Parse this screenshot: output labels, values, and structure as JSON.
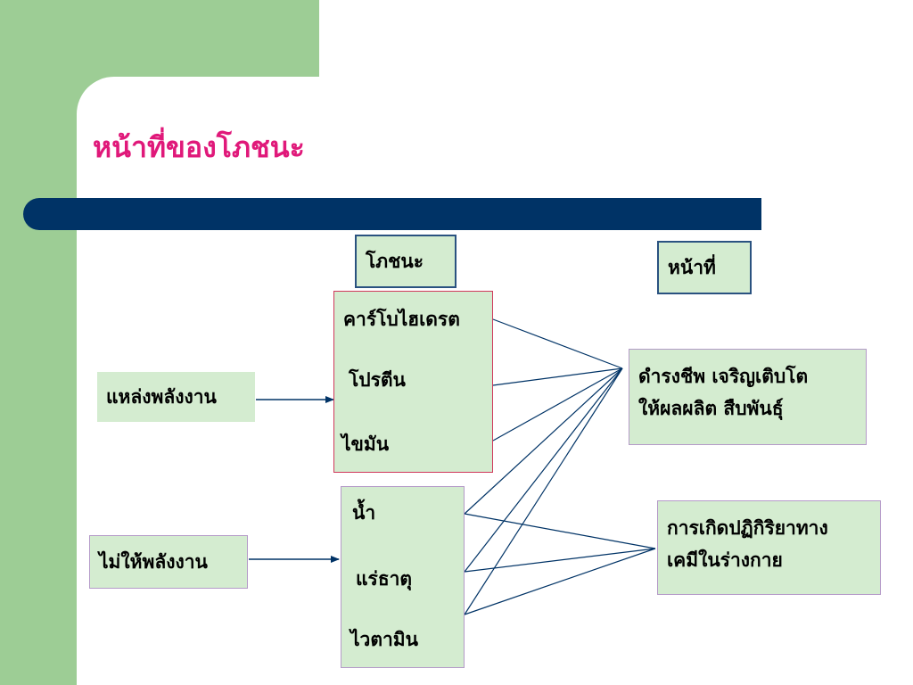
{
  "title": "หน้าที่ของโภชนะ",
  "colors": {
    "side_panel": "#9dcd95",
    "title_text": "#e0197a",
    "bar": "#003366",
    "box_fill": "#d4ecd0",
    "header_border": "#2a5280",
    "energy_border": "#d0385a",
    "box_border": "#b49ac8",
    "line": "#003366"
  },
  "header_nutrient": "โภชนะ",
  "header_function": "หน้าที่",
  "energy_source": {
    "label": "แหล่งพลังงาน",
    "items": [
      "คาร์โบไฮเดรต",
      "โปรตีน",
      "ไขมัน"
    ]
  },
  "non_energy": {
    "label": "ไม่ให้พลังงาน",
    "items": [
      "น้ำ",
      "แร่ธาตุ",
      "ไวตามิน"
    ]
  },
  "functions": [
    {
      "lines": [
        "ดำรงชีพ เจริญเติบโต",
        "ให้ผลผลิต สืบพันธุ์"
      ]
    },
    {
      "lines": [
        "การเกิดปฏิกิริยาทาง",
        "เคมีในร่างกาย"
      ]
    }
  ],
  "edges": [
    {
      "from": "energy_source.items.0",
      "to": "functions.0"
    },
    {
      "from": "energy_source.items.1",
      "to": "functions.0"
    },
    {
      "from": "energy_source.items.2",
      "to": "functions.0"
    },
    {
      "from": "non_energy.items.0",
      "to": "functions.0"
    },
    {
      "from": "non_energy.items.1",
      "to": "functions.0"
    },
    {
      "from": "non_energy.items.2",
      "to": "functions.0"
    },
    {
      "from": "non_energy.items.0",
      "to": "functions.1"
    },
    {
      "from": "non_energy.items.1",
      "to": "functions.1"
    },
    {
      "from": "non_energy.items.2",
      "to": "functions.1"
    },
    {
      "from": "energy_source",
      "to": "energy_source.items"
    },
    {
      "from": "non_energy",
      "to": "non_energy.items"
    }
  ]
}
